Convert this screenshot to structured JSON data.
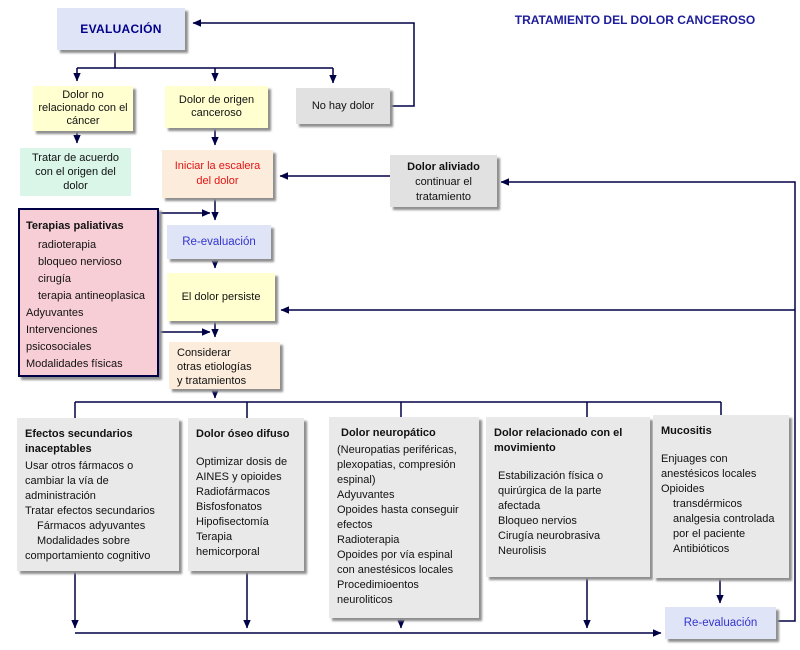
{
  "title": "TRATAMIENTO DEL DOLOR CANCEROSO",
  "colors": {
    "line": "#000046",
    "title_text": "#1c1c9c",
    "box_yellow": "#ffffd0",
    "box_gray": "#e1e1e1",
    "box_gray_light": "#e9e9e9",
    "box_lavender": "#dfe4f7",
    "box_mint": "#d9f6e9",
    "box_peach": "#fcecdb",
    "box_pink": "#f8ced6",
    "red_text": "#e21414",
    "blue_text": "#3434cc",
    "navy_text": "#00008b"
  },
  "nodes": {
    "evaluacion": {
      "label": "EVALUACIÓN"
    },
    "dolor_no_relacionado": {
      "label": "Dolor no relacionado con el cáncer"
    },
    "dolor_origen_canceroso": {
      "label": "Dolor de origen canceroso"
    },
    "no_hay_dolor": {
      "label": "No hay dolor"
    },
    "tratar_de_acuerdo": {
      "label": "Tratar de acuerdo con el origen del dolor"
    },
    "iniciar_escalera": {
      "label": "Iniciar la escalera del dolor"
    },
    "dolor_aliviado": {
      "title": "Dolor aliviado",
      "body": "continuar el tratamiento"
    },
    "terapias_paliativas": {
      "title": "Terapias paliativas",
      "lines": [
        "radioterapia",
        "bloqueo nervioso",
        "cirugía",
        "terapia antineoplasica",
        "Adyuvantes",
        "Intervenciones",
        "psicosociales",
        "Modalidades físicas"
      ]
    },
    "re_evaluacion_media": {
      "label": "Re-evaluación"
    },
    "el_dolor_persiste": {
      "label": "El dolor persiste"
    },
    "considerar": {
      "lines": [
        "Considerar",
        "otras etiologías",
        "y tratamientos"
      ]
    },
    "efectos_secundarios": {
      "title": "Efectos secundarios inaceptables",
      "lines": [
        "Usar otros fármacos o",
        "cambiar la vía de",
        "administración",
        "Tratar efectos secundarios",
        "Fármacos adyuvantes",
        "Modalidades sobre",
        "comportamiento cognitivo"
      ]
    },
    "dolor_oseo": {
      "title": "Dolor óseo difuso",
      "lines": [
        "Optimizar dosis de",
        "AINES y opioides",
        "Radiofármacos",
        "Bisfosfonatos",
        "Hipofisectomía",
        "Terapia hemicorporal"
      ]
    },
    "dolor_neuropatico": {
      "title": "Dolor neuropático",
      "lines": [
        "(Neuropatias periféricas,",
        "plexopatias, compresión",
        "espinal)",
        "Adyuvantes",
        "Opoides hasta conseguir",
        "efectos",
        "Radioterapia",
        "Opoides por vía espinal",
        "con anestésicos locales",
        "Procedimioentos",
        "neuroliticos"
      ]
    },
    "dolor_movimiento": {
      "title": "Dolor relacionado con el movimiento",
      "lines": [
        "Estabilización física o",
        "quirúrgica de la parte",
        "afectada",
        "Bloqueo nervios",
        "Cirugía neurobrasiva",
        "Neurolisis"
      ]
    },
    "mucositis": {
      "title": "Mucositis",
      "lines": [
        "Enjuages con",
        "anestésicos locales",
        "Opioides",
        "transdérmicos",
        "analgesia controlada",
        "por el paciente",
        "Antibióticos"
      ]
    },
    "re_evaluacion_final": {
      "label": "Re-evaluación"
    }
  }
}
